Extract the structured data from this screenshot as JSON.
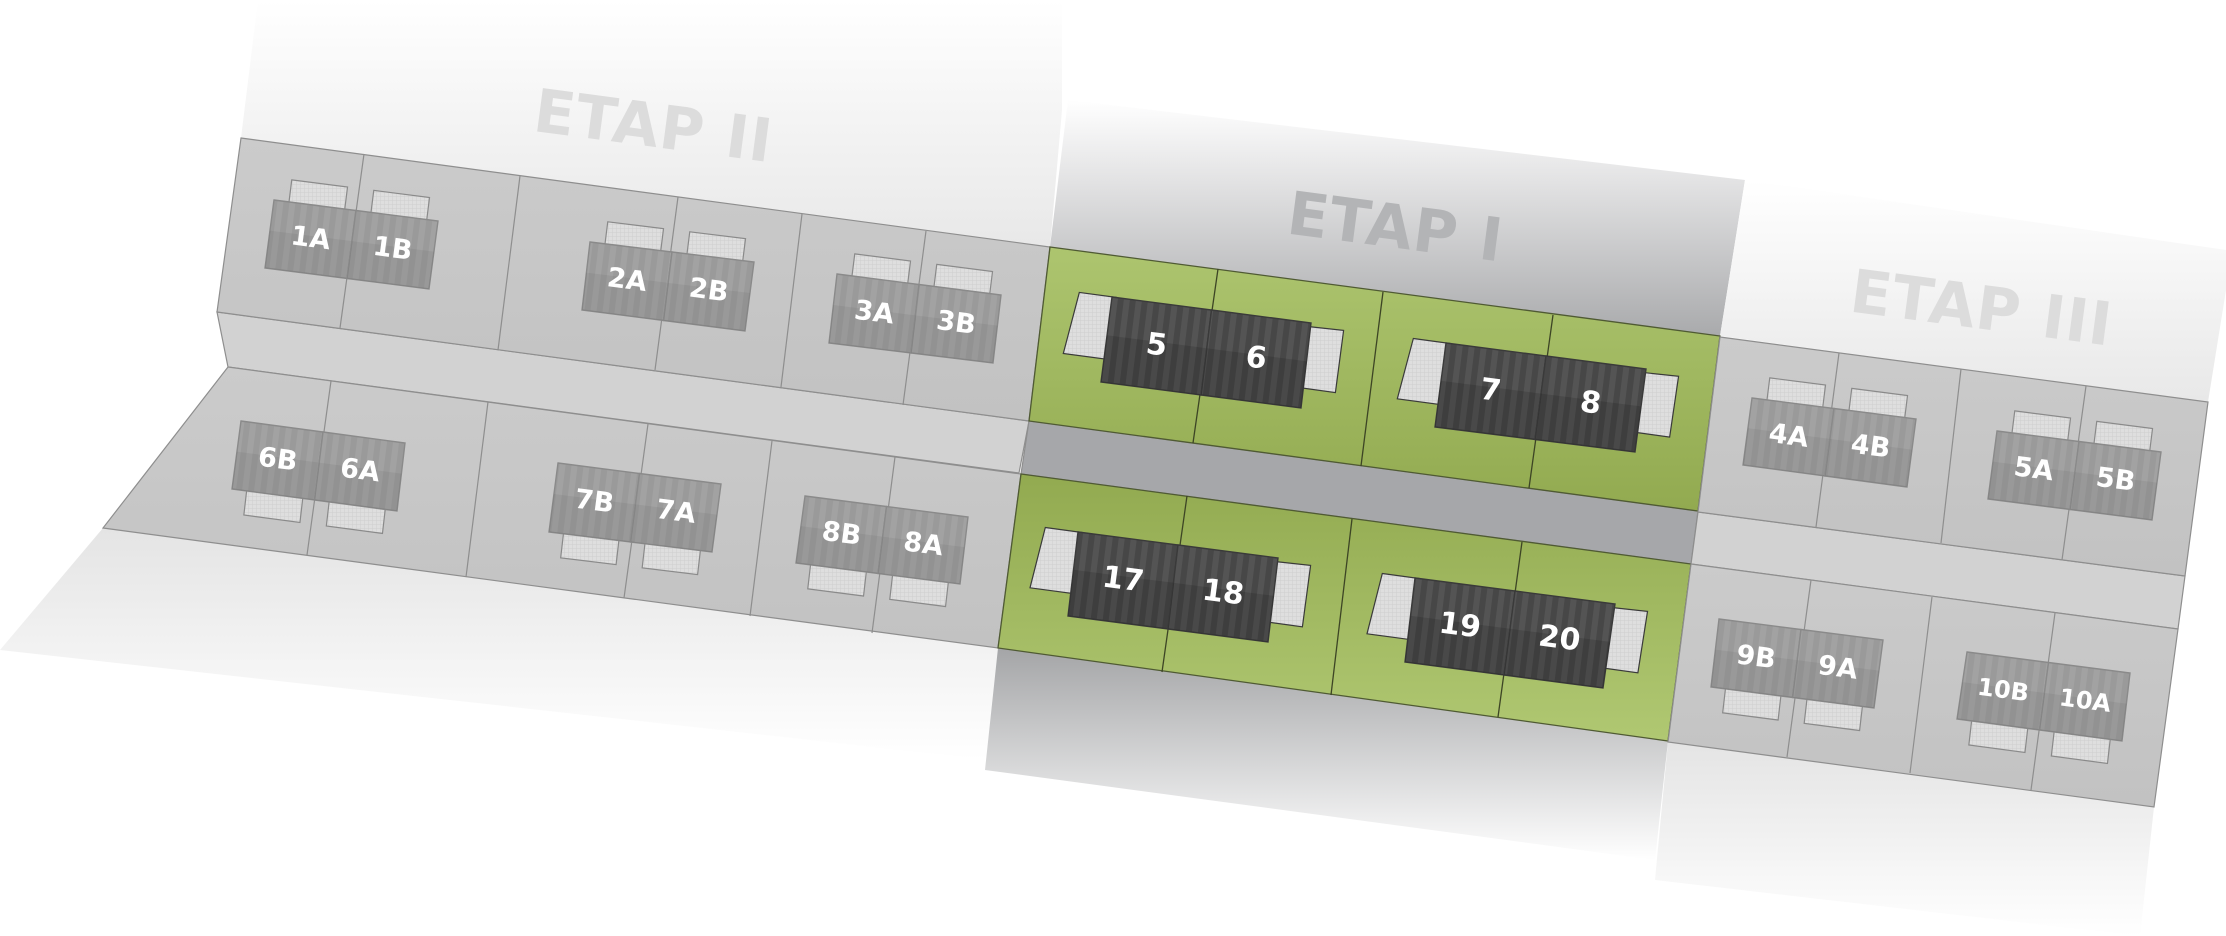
{
  "plan": {
    "stages": [
      {
        "id": "etap-2",
        "label": "ETAP II",
        "status": "planned"
      },
      {
        "id": "etap-1",
        "label": "ETAP I",
        "status": "active"
      },
      {
        "id": "etap-3",
        "label": "ETAP III",
        "status": "planned"
      }
    ],
    "houses": [
      {
        "stage": "etap-2",
        "units": [
          "1A",
          "1B"
        ],
        "status": "planned"
      },
      {
        "stage": "etap-2",
        "units": [
          "2A",
          "2B"
        ],
        "status": "planned"
      },
      {
        "stage": "etap-2",
        "units": [
          "3A",
          "3B"
        ],
        "status": "planned"
      },
      {
        "stage": "etap-2",
        "units": [
          "6B",
          "6A"
        ],
        "status": "planned"
      },
      {
        "stage": "etap-2",
        "units": [
          "7B",
          "7A"
        ],
        "status": "planned"
      },
      {
        "stage": "etap-2",
        "units": [
          "8B",
          "8A"
        ],
        "status": "planned"
      },
      {
        "stage": "etap-1",
        "units": [
          "5",
          "6"
        ],
        "status": "active"
      },
      {
        "stage": "etap-1",
        "units": [
          "7",
          "8"
        ],
        "status": "active"
      },
      {
        "stage": "etap-1",
        "units": [
          "17",
          "18"
        ],
        "status": "active"
      },
      {
        "stage": "etap-1",
        "units": [
          "19",
          "20"
        ],
        "status": "active"
      },
      {
        "stage": "etap-3",
        "units": [
          "4A",
          "4B"
        ],
        "status": "planned"
      },
      {
        "stage": "etap-3",
        "units": [
          "5A",
          "5B"
        ],
        "status": "planned"
      },
      {
        "stage": "etap-3",
        "units": [
          "9B",
          "9A"
        ],
        "status": "planned"
      },
      {
        "stage": "etap-3",
        "units": [
          "10B",
          "10A"
        ],
        "status": "planned"
      }
    ]
  },
  "colors": {
    "lot_gray": "#c8c8c8",
    "lot_green_top": "#aac36c",
    "lot_green_bottom": "#92aa50",
    "road_light": "#d2d2d2",
    "road_dark": "#a6a7aa",
    "house_gray": "#9b9b9b",
    "house_gray_stripe": "#a4a4a4",
    "house_dark": "#4b4b4b",
    "house_dark_stripe": "#585858",
    "garage": "#dcdcdc",
    "stage_text_planned": "#dcdcdc",
    "stage_text_active": "#b3b4b6",
    "label_text": "#ffffff"
  }
}
